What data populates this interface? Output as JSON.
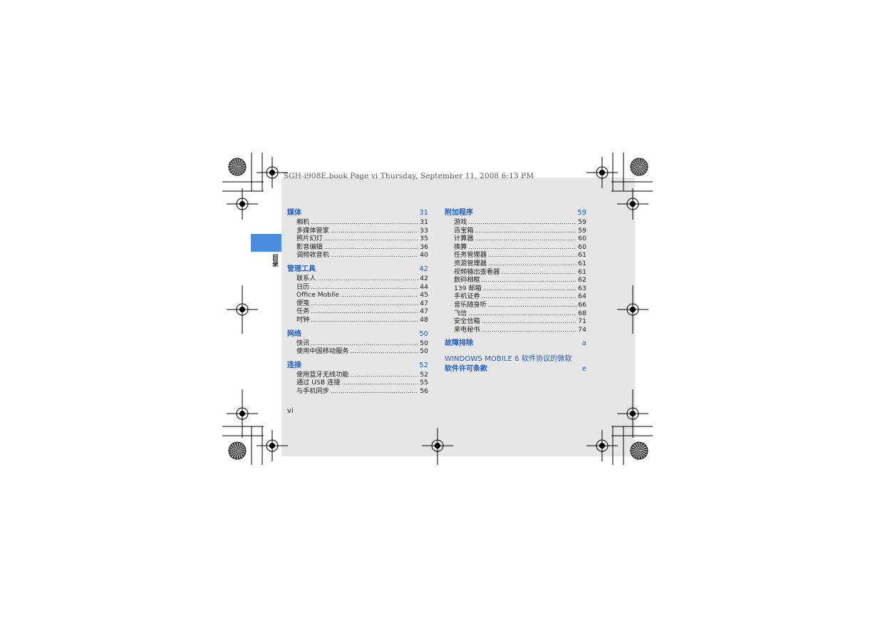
{
  "header_line": "SGH-i908E.book  Page vi  Thursday, September 11, 2008  6:13 PM",
  "side_label": "目录",
  "page_number": "vi",
  "sections_left": [
    {
      "title": "媒体",
      "page": "31",
      "entries": [
        {
          "name": "相机",
          "page": "31"
        },
        {
          "name": "多媒体管家",
          "page": "33"
        },
        {
          "name": "照片幻灯",
          "page": "35"
        },
        {
          "name": "影音编辑",
          "page": "36"
        },
        {
          "name": "调频收音机",
          "page": "40"
        }
      ]
    },
    {
      "title": "管理工具",
      "page": "42",
      "entries": [
        {
          "name": "联系人",
          "page": "42"
        },
        {
          "name": "日历",
          "page": "44"
        },
        {
          "name": "Office Mobile",
          "page": "45"
        },
        {
          "name": "便笺",
          "page": "47"
        },
        {
          "name": "任务",
          "page": "47"
        },
        {
          "name": "时钟",
          "page": "48"
        }
      ]
    },
    {
      "title": "网络",
      "page": "50",
      "entries": [
        {
          "name": "快讯",
          "page": "50"
        },
        {
          "name": "使用中国移动服务",
          "page": "50"
        }
      ]
    },
    {
      "title": "连接",
      "page": "52",
      "entries": [
        {
          "name": "使用蓝牙无线功能",
          "page": "52"
        },
        {
          "name": "通过 USB 连接",
          "page": "55"
        },
        {
          "name": "与手机同步",
          "page": "56"
        }
      ]
    }
  ],
  "sections_right": [
    {
      "title": "附加程序",
      "page": "59",
      "entries": [
        {
          "name": "游戏",
          "page": "59"
        },
        {
          "name": "百宝箱",
          "page": "59"
        },
        {
          "name": "计算器",
          "page": "60"
        },
        {
          "name": "换算",
          "page": "60"
        },
        {
          "name": "任务管理器",
          "page": "61"
        },
        {
          "name": "资源管理器",
          "page": "61"
        },
        {
          "name": "视频输出查看器",
          "page": "61"
        },
        {
          "name": "数码相框",
          "page": "62"
        },
        {
          "name": "139 邮箱",
          "page": "63"
        },
        {
          "name": "手机证券",
          "page": "64"
        },
        {
          "name": "音乐随身听",
          "page": "66"
        },
        {
          "name": "飞信",
          "page": "68"
        },
        {
          "name": "安全信箱",
          "page": "71"
        },
        {
          "name": "来电秘书",
          "page": "74"
        }
      ]
    },
    {
      "title": "故障排除",
      "page": "a",
      "entries": []
    }
  ],
  "license": {
    "line1": "WINDOWS MOBILE 6 软件协议的微软",
    "line2": "软件许可条款",
    "page": "e"
  },
  "colors": {
    "heading": "#1f5fc8",
    "tab": "#4d8de0",
    "page_bg": "#e6e6e6"
  }
}
